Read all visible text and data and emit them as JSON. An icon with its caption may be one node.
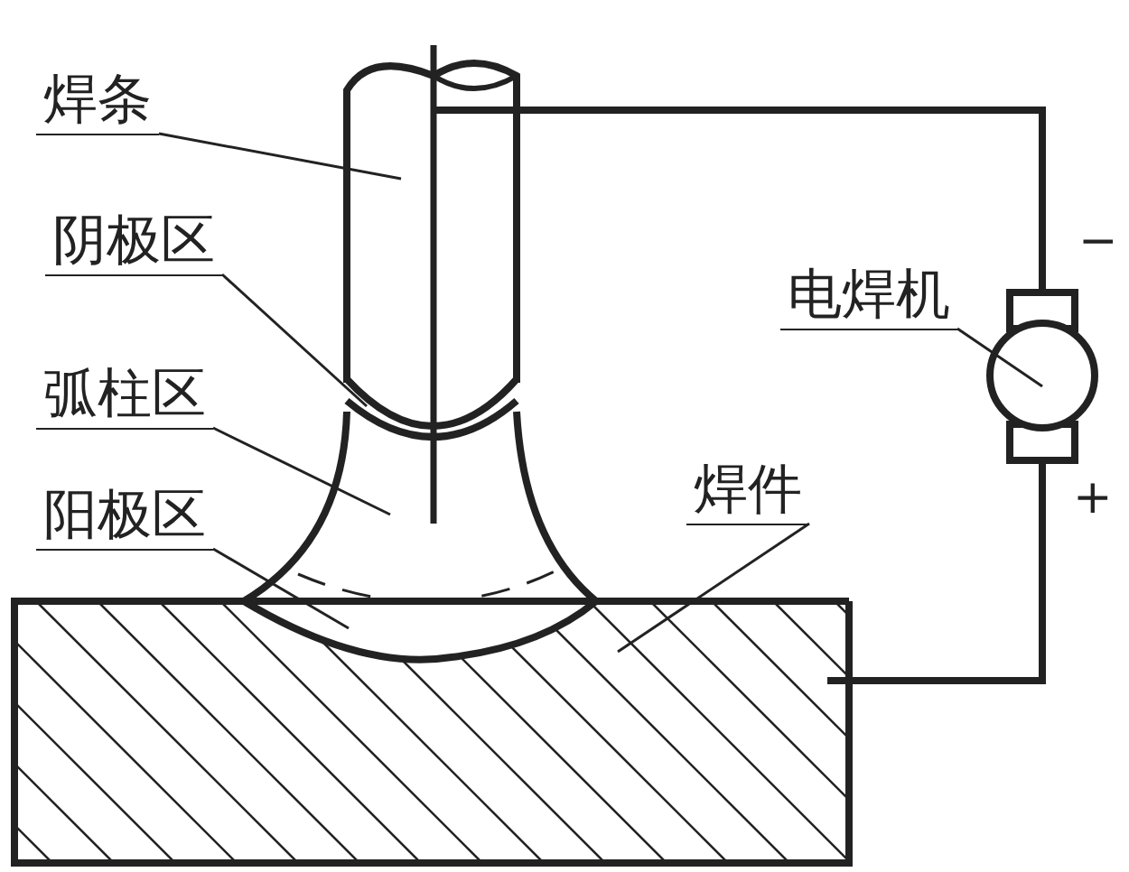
{
  "diagram": {
    "nodes": [
      {
        "text": [
          "焊条"
        ]
      },
      {
        "text": [
          "阴极区"
        ]
      },
      {
        "text": [
          "弧柱区"
        ]
      },
      {
        "text": [
          "阳极区"
        ]
      },
      {
        "text": [
          "电焊机"
        ]
      },
      {
        "text": [
          "焊件"
        ]
      }
    ],
    "edges": [
      {
        "from": 0,
        "to": null,
        "arrow": "none"
      },
      {
        "from": 1,
        "to": null,
        "arrow": "none"
      },
      {
        "from": 2,
        "to": null,
        "arrow": "none"
      },
      {
        "from": 3,
        "to": null,
        "arrow": "none"
      },
      {
        "from": 4,
        "to": null,
        "arrow": "none"
      },
      {
        "from": 5,
        "to": null,
        "arrow": "none"
      }
    ],
    "labels": [
      "−",
      "+"
    ]
  }
}
